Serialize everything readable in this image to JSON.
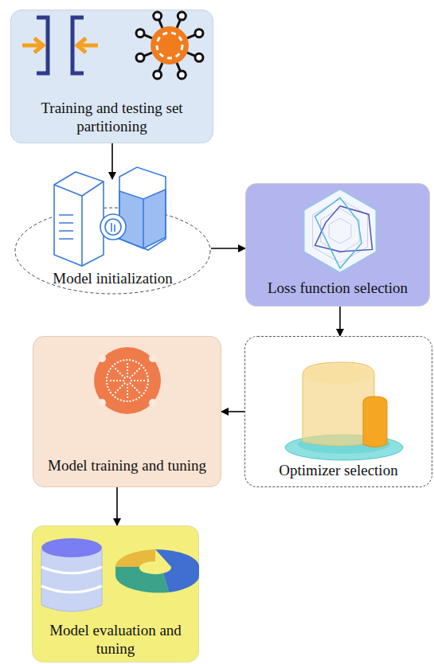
{
  "diagram": {
    "nodes": [
      {
        "text": [
          "Training and testing set partitioning"
        ]
      },
      {
        "text": [
          "Model initialization"
        ]
      },
      {
        "text": [
          "Loss function selection"
        ]
      },
      {
        "text": [
          "Optimizer selection"
        ]
      },
      {
        "text": [
          "Model training and tuning"
        ]
      },
      {
        "text": [
          "Model evaluation and tuning"
        ]
      }
    ],
    "edges": [
      {
        "from": 0,
        "to": 1,
        "arrow": "to"
      },
      {
        "from": 1,
        "to": 2,
        "arrow": "to"
      },
      {
        "from": 2,
        "to": 3,
        "arrow": "to"
      },
      {
        "from": 3,
        "to": 4,
        "arrow": "to"
      },
      {
        "from": 4,
        "to": 5,
        "arrow": "to"
      }
    ]
  }
}
